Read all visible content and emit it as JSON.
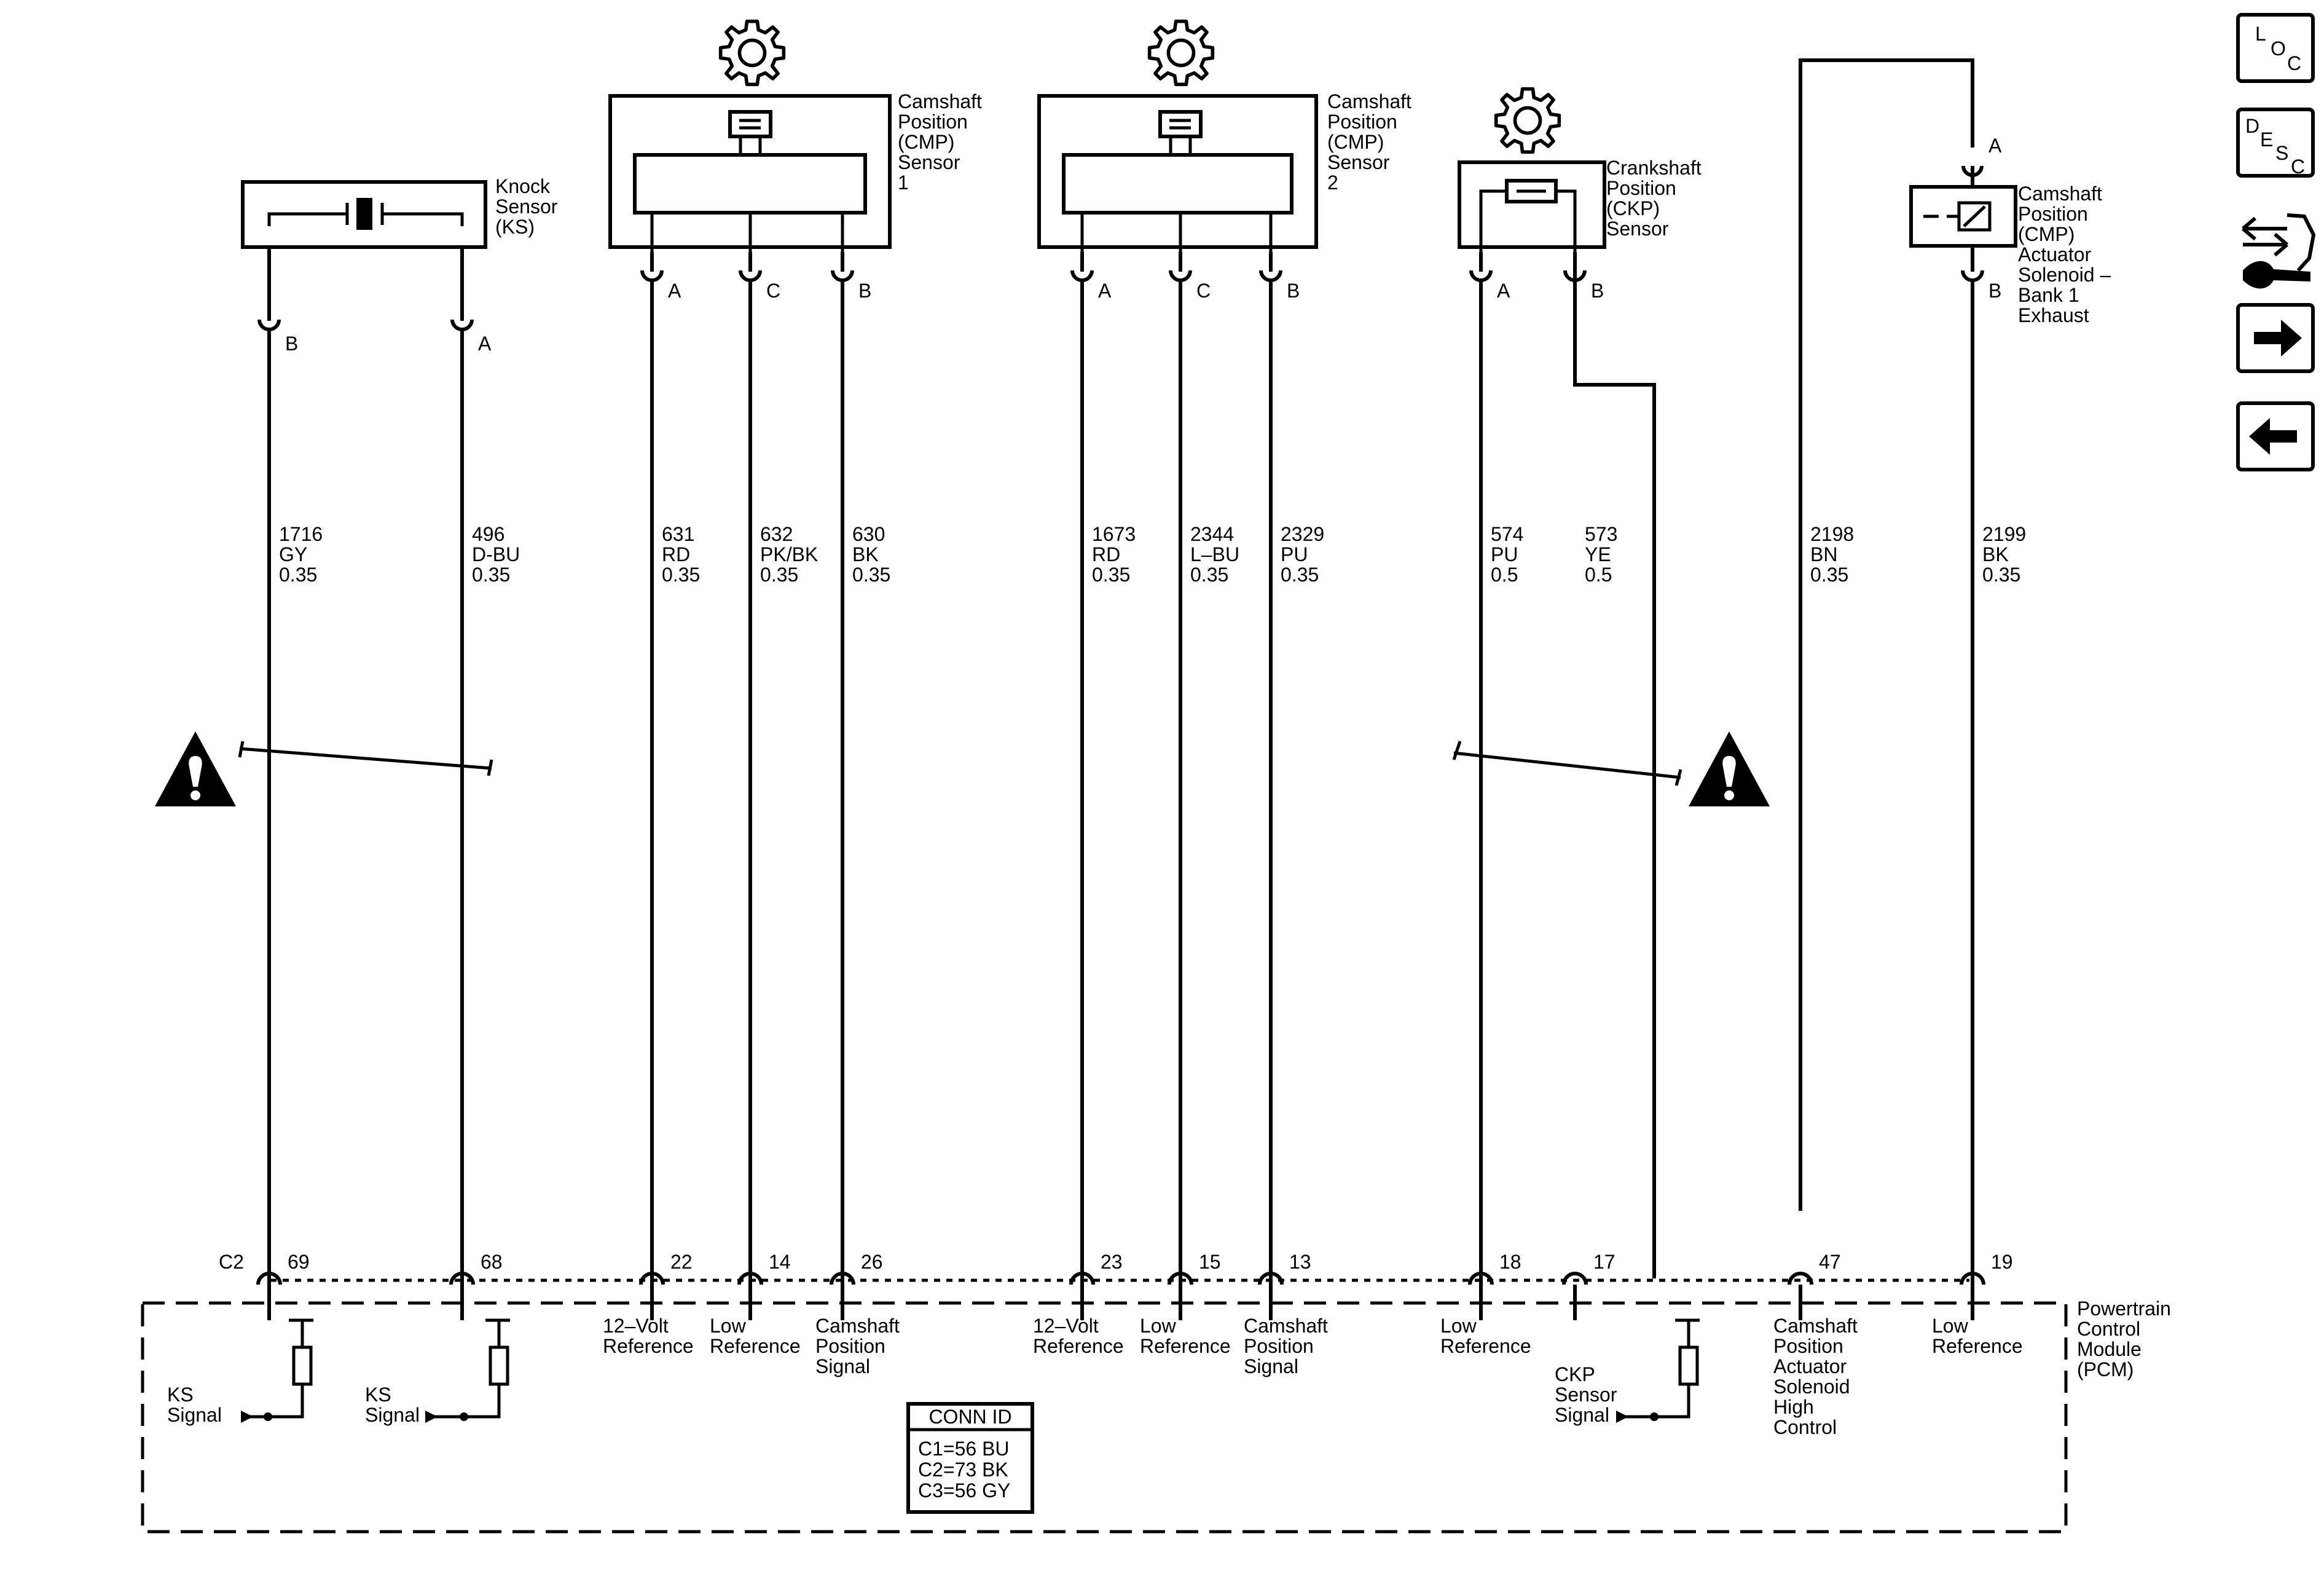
{
  "components": {
    "knock_sensor": [
      "Knock",
      "Sensor",
      "(KS)"
    ],
    "cmp_sensor_1": [
      "Camshaft",
      "Position",
      "(CMP)",
      "Sensor",
      "1"
    ],
    "cmp_sensor_2": [
      "Camshaft",
      "Position",
      "(CMP)",
      "Sensor",
      "2"
    ],
    "ckp_sensor": [
      "Crankshaft",
      "Position",
      "(CKP)",
      "Sensor"
    ],
    "cmp_solenoid": [
      "Camshaft",
      "Position",
      "(CMP)",
      "Actuator",
      "Solenoid –",
      "Bank 1",
      "Exhaust"
    ],
    "pcm": [
      "Powertrain",
      "Control",
      "Module",
      "(PCM)"
    ]
  },
  "wires": [
    {
      "id": "ks-b",
      "pin_top": "B",
      "circuit": "1716",
      "color": "GY",
      "size": "0.35",
      "pin_bottom": "69",
      "pcm_label": []
    },
    {
      "id": "ks-a",
      "pin_top": "A",
      "circuit": "496",
      "color": "D-BU",
      "size": "0.35",
      "pin_bottom": "68",
      "pcm_label": []
    },
    {
      "id": "cmp1-a",
      "pin_top": "A",
      "circuit": "631",
      "color": "RD",
      "size": "0.35",
      "pin_bottom": "22",
      "pcm_label": [
        "12–Volt",
        "Reference"
      ]
    },
    {
      "id": "cmp1-c",
      "pin_top": "C",
      "circuit": "632",
      "color": "PK/BK",
      "size": "0.35",
      "pin_bottom": "14",
      "pcm_label": [
        "Low",
        "Reference"
      ]
    },
    {
      "id": "cmp1-b",
      "pin_top": "B",
      "circuit": "630",
      "color": "BK",
      "size": "0.35",
      "pin_bottom": "26",
      "pcm_label": [
        "Camshaft",
        "Position",
        "Signal"
      ]
    },
    {
      "id": "cmp2-a",
      "pin_top": "A",
      "circuit": "1673",
      "color": "RD",
      "size": "0.35",
      "pin_bottom": "23",
      "pcm_label": [
        "12–Volt",
        "Reference"
      ]
    },
    {
      "id": "cmp2-c",
      "pin_top": "C",
      "circuit": "2344",
      "color": "L–BU",
      "size": "0.35",
      "pin_bottom": "15",
      "pcm_label": [
        "Low",
        "Reference"
      ]
    },
    {
      "id": "cmp2-b",
      "pin_top": "B",
      "circuit": "2329",
      "color": "PU",
      "size": "0.35",
      "pin_bottom": "13",
      "pcm_label": [
        "Camshaft",
        "Position",
        "Signal"
      ]
    },
    {
      "id": "ckp-a",
      "pin_top": "A",
      "circuit": "574",
      "color": "PU",
      "size": "0.5",
      "pin_bottom": "18",
      "pcm_label": [
        "Low",
        "Reference"
      ]
    },
    {
      "id": "ckp-b",
      "pin_top": "B",
      "circuit": "573",
      "color": "YE",
      "size": "0.5",
      "pin_bottom": "17",
      "pcm_label": []
    },
    {
      "id": "sol-hi",
      "pin_top": "",
      "circuit": "2198",
      "color": "BN",
      "size": "0.35",
      "pin_bottom": "47",
      "pcm_label": [
        "Camshaft",
        "Position",
        "Actuator",
        "Solenoid",
        "High",
        "Control"
      ]
    },
    {
      "id": "sol-b",
      "pin_top": "B",
      "circuit": "2199",
      "color": "BK",
      "size": "0.35",
      "pin_bottom": "19",
      "pcm_label": [
        "Low",
        "Reference"
      ]
    }
  ],
  "solenoid_pin_a": "A",
  "pcm_connector": "C2",
  "pcm_inputs": {
    "ks_signal_1": [
      "KS",
      "Signal"
    ],
    "ks_signal_2": [
      "KS",
      "Signal"
    ],
    "ckp_signal": [
      "CKP",
      "Sensor",
      "Signal"
    ]
  },
  "conn_id": {
    "title": "CONN ID",
    "rows": [
      "C1=56 BU",
      "C2=73 BK",
      "C3=56 GY"
    ]
  },
  "nav": {
    "loc": [
      "L",
      "O",
      "C"
    ],
    "desc": [
      "D",
      "E",
      "S",
      "C"
    ]
  },
  "icons": {
    "sensor_target": "gear-icon",
    "caution": "caution-icon",
    "connector_view": "connector-view-icon",
    "next": "arrow-right-icon",
    "previous": "arrow-left-icon"
  }
}
